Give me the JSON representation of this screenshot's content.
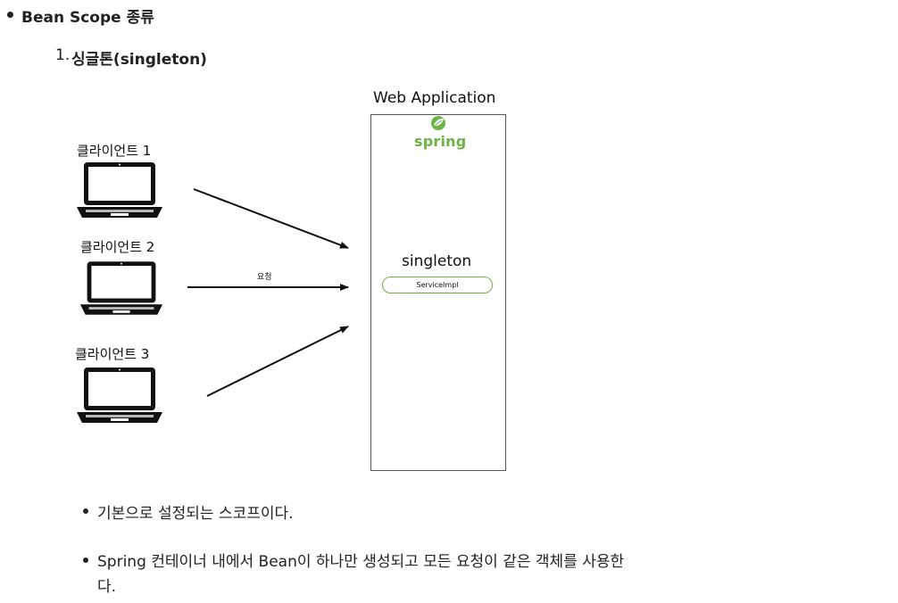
{
  "section": {
    "heading": "Bean Scope 종류",
    "item_number": "1.",
    "item_title": "싱글톤(singleton)"
  },
  "diagram": {
    "app_title": "Web Application",
    "logo_text": "spring",
    "scope_label": "singleton",
    "service_label": "ServiceImpl",
    "arrow_label": "요청",
    "clients": [
      {
        "label": "클라이언트 1"
      },
      {
        "label": "클라이언트 2"
      },
      {
        "label": "클라이언트 3"
      }
    ],
    "colors": {
      "spring_green": "#6bb344",
      "laptop": "#111111"
    }
  },
  "notes": [
    {
      "text": "기본으로 설정되는 스코프이다."
    },
    {
      "text": "Spring 컨테이너 내에서 Bean이 하나만 생성되고 모든 요청이 같은 객체를 사용한"
    },
    {
      "text": "다."
    }
  ]
}
